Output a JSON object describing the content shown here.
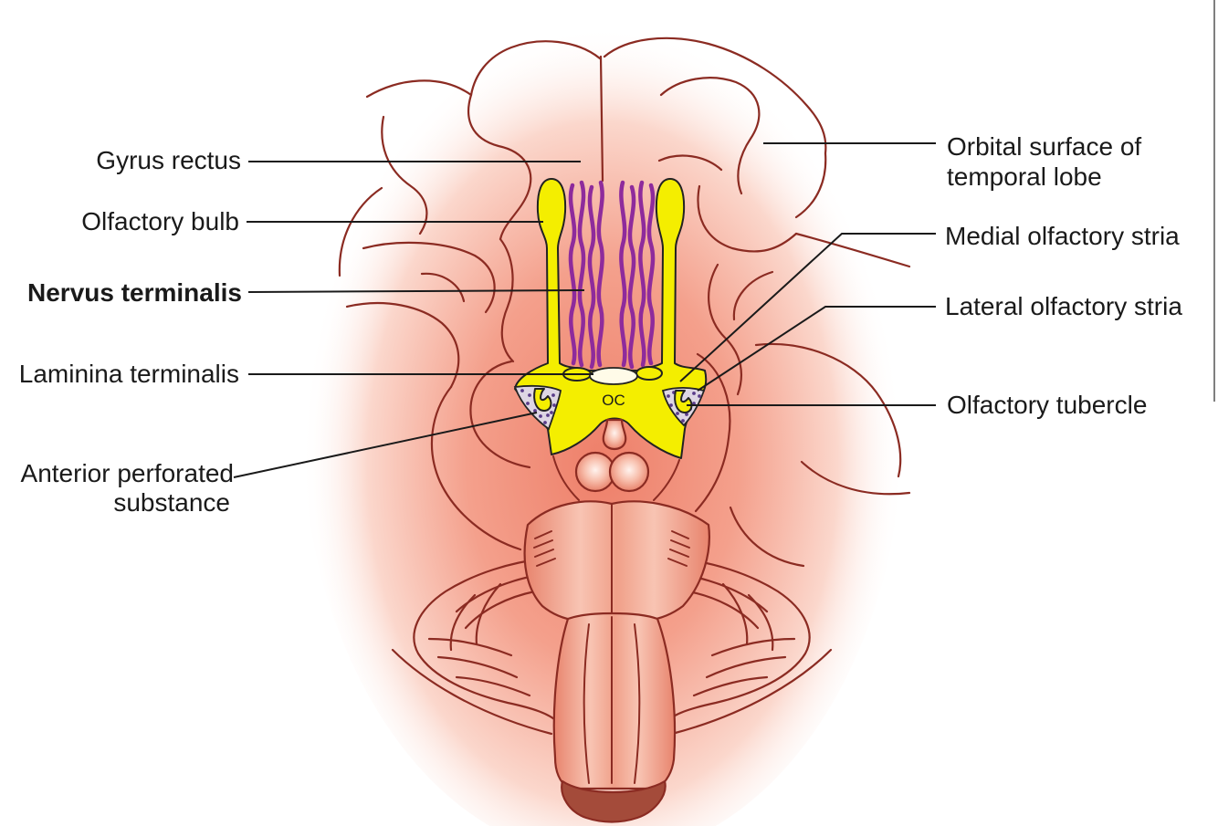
{
  "labels": {
    "gyrus_rectus": "Gyrus rectus",
    "olfactory_bulb": "Olfactory bulb",
    "nervus_terminalis": "Nervus terminalis",
    "lamina_terminalis": "Laminina terminalis",
    "anterior_perforated_line1": "Anterior perforated",
    "anterior_perforated_line2": "substance",
    "orbital_surface_line1": "Orbital surface of",
    "orbital_surface_line2": "temporal lobe",
    "medial_olfactory_stria": "Medial olfactory stria",
    "lateral_olfactory_stria": "Lateral olfactory stria",
    "olfactory_tubercle": "Olfactory tubercle",
    "optic_chiasm": "OC"
  },
  "colors": {
    "outline": "#8b2b22",
    "olfactory_yellow": "#f4ee00",
    "nervus_terminalis_purple": "#8e2b9c",
    "leader": "#1a1a1a",
    "medulla_cut": "#a44b3a",
    "perforated_patch": "#ded6e4",
    "perforated_dots": "#5a3c8a"
  }
}
